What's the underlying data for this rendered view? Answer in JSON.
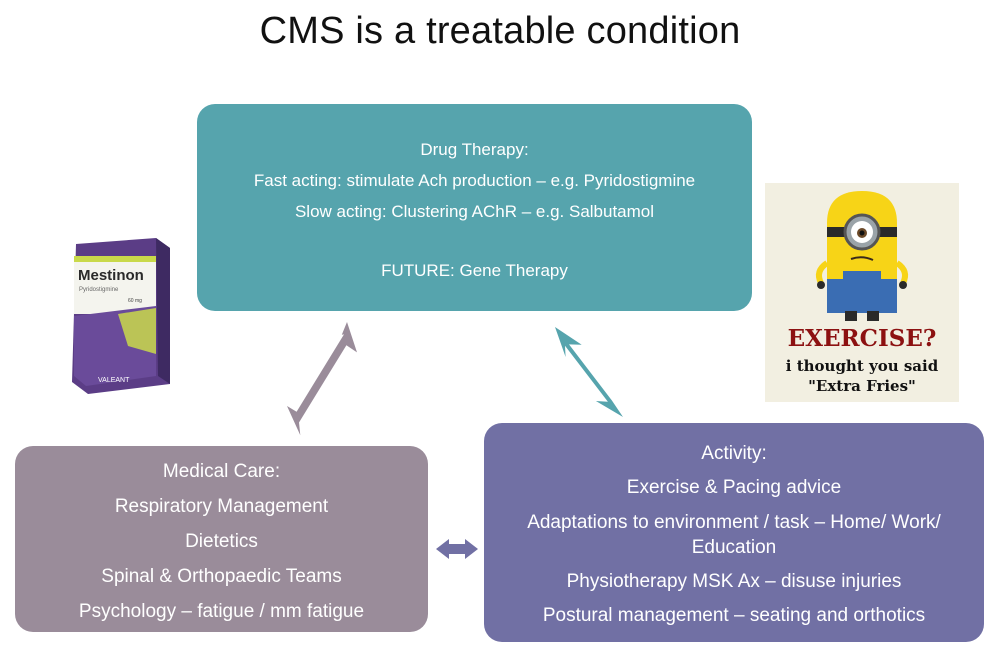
{
  "title": "CMS is a treatable condition",
  "drug_therapy": {
    "heading": "Drug Therapy",
    "lines": [
      "Fast acting: stimulate Ach production – e.g. Pyridostigmine",
      "Slow acting: Clustering AChR – e.g. Salbutamol"
    ],
    "future": "FUTURE: Gene Therapy"
  },
  "medical_care": {
    "heading": "Medical Care",
    "lines": [
      "Respiratory Management",
      "Dietetics",
      "Spinal & Orthopaedic Teams",
      "Psychology – fatigue / mm fatigue"
    ]
  },
  "activity": {
    "heading": "Activity",
    "line1": "Exercise & Pacing advice",
    "line2a": "Adaptations to environment / task – Home/ Work/",
    "line2b": "Education",
    "line3": "Physiotherapy MSK Ax – disuse injuries",
    "line4": "Postural management – seating and orthotics"
  },
  "product_image": {
    "brand": "Mestinon",
    "generic": "Pyridostigmine",
    "dose": "60 mg",
    "maker": "VALEANT"
  },
  "meme_image": {
    "caption_line1": "EXERCISE?",
    "caption_line2": "i thought you said",
    "caption_line3": "\"Extra Fries\""
  },
  "colors": {
    "drug_box": "#56a4ad",
    "medical_box": "#9a8c9a",
    "activity_box": "#7170a4",
    "arrow_left": "#9a8c9a",
    "arrow_right": "#56a4ad",
    "arrow_bottom": "#7170a4"
  }
}
